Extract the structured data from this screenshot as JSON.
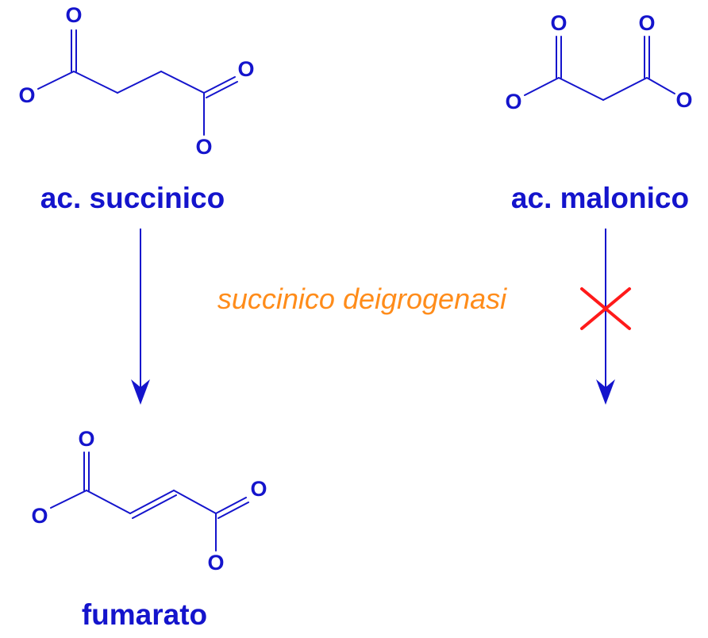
{
  "atom_symbol": "O",
  "labels": {
    "succinic": "ac. succinico",
    "malonic": "ac. malonico",
    "fumarate": "fumarato"
  },
  "enzyme": "succinico deigrogenasi",
  "colors": {
    "structure": "#1414cc",
    "enzyme_label": "#ff8c1a",
    "block_mark": "#ff1a1a"
  },
  "reactions": [
    {
      "from": "ac. succinico",
      "to": "fumarato",
      "catalyzed_by": "succinico deigrogenasi",
      "blocked": false
    },
    {
      "from": "ac. malonico",
      "to": "",
      "catalyzed_by": "succinico deigrogenasi",
      "blocked": true
    }
  ]
}
